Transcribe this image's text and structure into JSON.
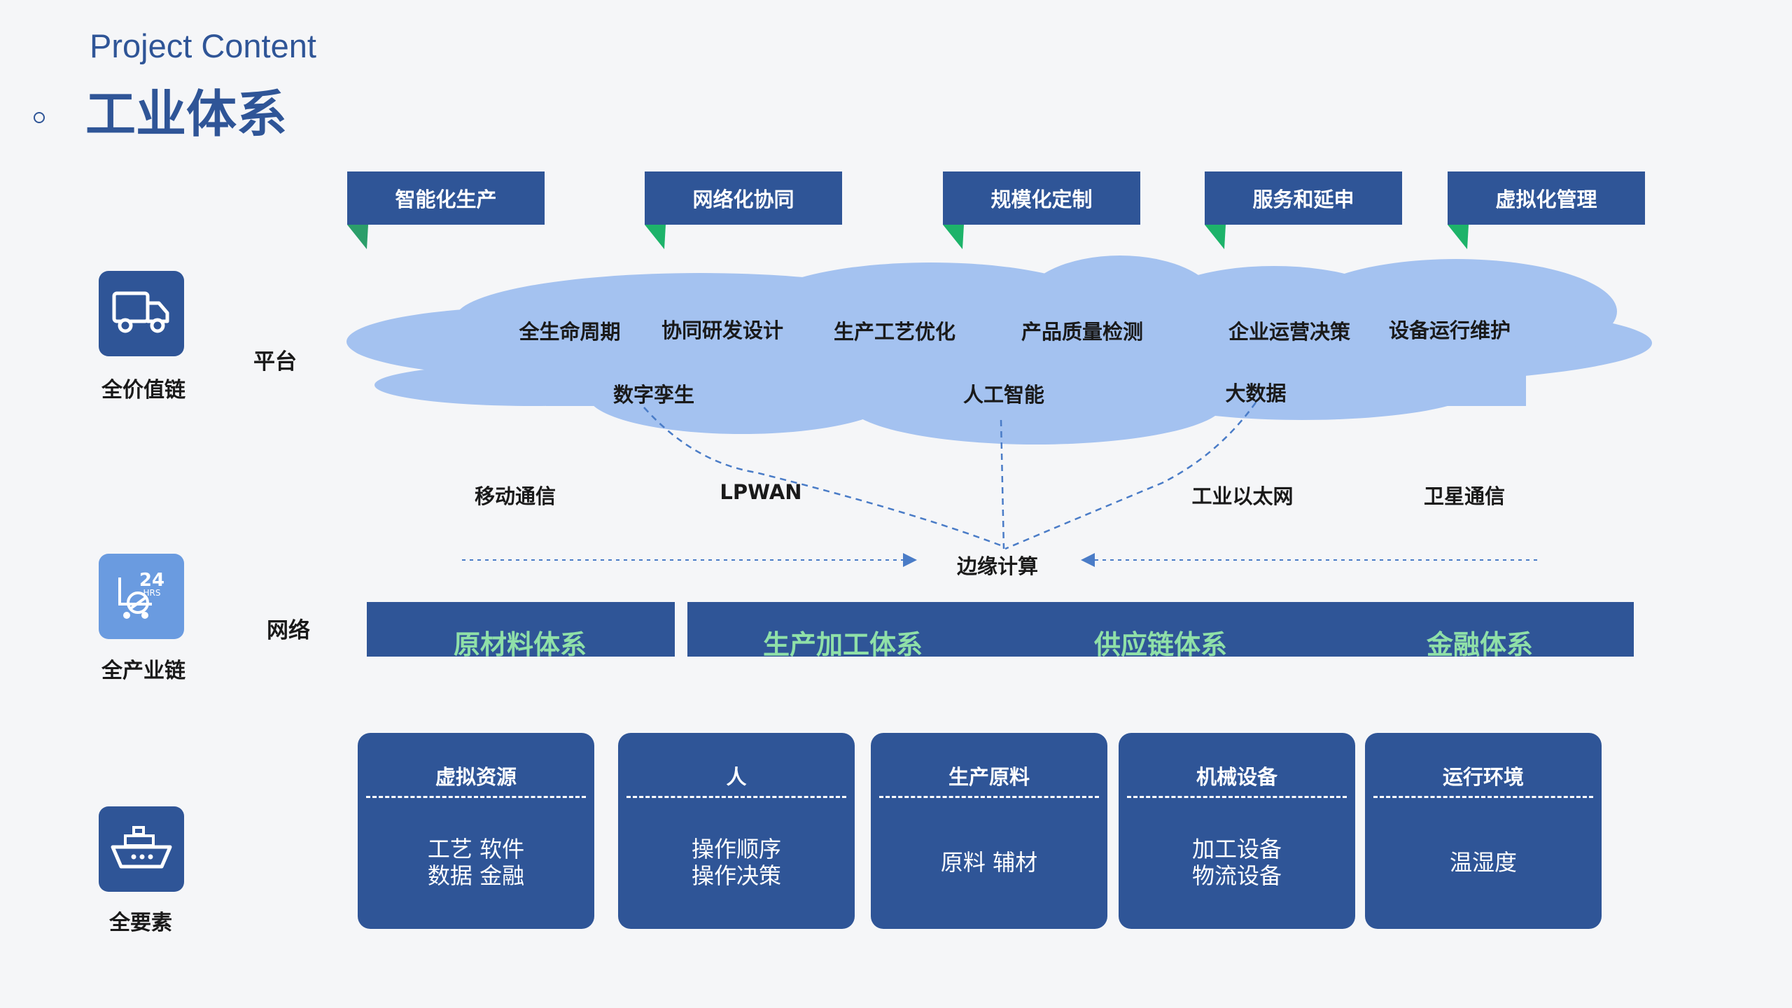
{
  "header": {
    "subtitle": "Project Content",
    "title": "工业体系"
  },
  "left": {
    "items": [
      {
        "label": "全价值链",
        "icon": "truck-icon",
        "color": "#2f5597"
      },
      {
        "label": "全产业链",
        "icon": "24hrs-cart-icon",
        "color": "#6a9be0"
      },
      {
        "label": "全要素",
        "icon": "ship-icon",
        "color": "#2f5597"
      }
    ]
  },
  "layers": {
    "platform": "平台",
    "network": "网络"
  },
  "tags": [
    "智能化生产",
    "网络化协同",
    "规模化定制",
    "服务和延申",
    "虚拟化管理"
  ],
  "cloud": {
    "row1": [
      "全生命周期",
      "协同研发设计",
      "生产工艺优化",
      "产品质量检测",
      "企业运营决策",
      "设备运行维护"
    ],
    "row2": [
      "数字孪生",
      "人工智能",
      "大数据"
    ]
  },
  "network": {
    "items": [
      "移动通信",
      "LPWAN",
      "工业以太网",
      "卫星通信"
    ],
    "edge": "边缘计算"
  },
  "systems": [
    "原材料体系",
    "生产加工体系",
    "供应链体系",
    "金融体系"
  ],
  "elements": [
    {
      "title": "虚拟资源",
      "lines": [
        "工艺 软件",
        "数据 金融"
      ]
    },
    {
      "title": "人",
      "lines": [
        "操作顺序",
        "操作决策"
      ]
    },
    {
      "title": "生产原料",
      "lines": [
        "原料 辅材"
      ]
    },
    {
      "title": "机械设备",
      "lines": [
        "加工设备",
        "物流设备"
      ]
    },
    {
      "title": "运行环境",
      "lines": [
        "温湿度"
      ]
    }
  ],
  "colors": {
    "primary": "#2f5597",
    "cloud": "#a4c2f0",
    "accent_green": "#1db36a",
    "bar_text": "#8fe0a8",
    "dash_line": "#4a7cc7"
  }
}
